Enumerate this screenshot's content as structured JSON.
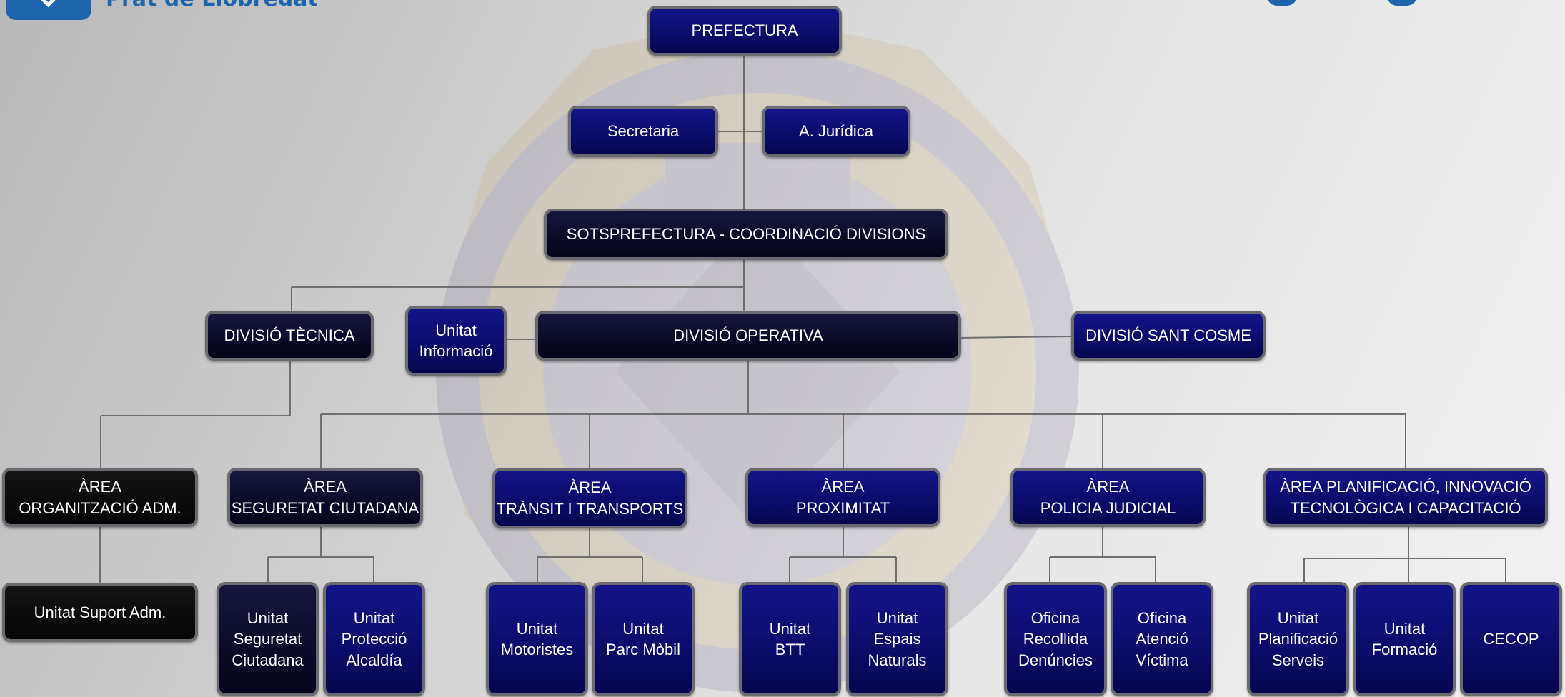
{
  "colors": {
    "navy": "#0b0b6a",
    "dark_navy": "#0a0a28",
    "black": "#050505",
    "border": "#6a6a70",
    "line": "#6f6f6f",
    "logo_blue": "#1d64ad"
  },
  "header": {
    "logo_text": "Prat de Llobregat"
  },
  "org_chart": {
    "prefectura": "PREFECTURA",
    "secretaria": "Secretaria",
    "juridica": "A. Jurídica",
    "sotsprefectura": "SOTSPREFECTURA - COORDINACIÓ DIVISIONS",
    "divisio_tecnica": "DIVISIÓ TÈCNICA",
    "unitat_informacio": "Unitat\nInformació",
    "divisio_operativa": "DIVISIÓ OPERATIVA",
    "divisio_sant_cosme": "DIVISIÓ SANT COSME",
    "area_organitzacio": "ÀREA\nORGANITZACIÓ ADM.",
    "area_seguretat": "ÀREA\nSEGURETAT CIUTADANA",
    "area_transit": "ÀREA\nTRÀNSIT I TRANSPORTS",
    "area_proximitat": "ÀREA\nPROXIMITAT",
    "area_policia": "ÀREA\nPOLICIA JUDICIAL",
    "area_planificacio": "ÀREA PLANIFICACIÓ, INNOVACIÓ\nTECNOLÒGICA I CAPACITACIÓ",
    "unitat_suport": "Unitat Suport Adm.",
    "unitat_seguretat": "Unitat\nSeguretat\nCiutadana",
    "unitat_proteccio": "Unitat\nProtecció\nAlcaldía",
    "unitat_motoristes": "Unitat\nMotoristes",
    "unitat_parc": "Unitat\nParc Mòbil",
    "unitat_btt": "Unitat\nBTT",
    "unitat_espais": "Unitat\nEspais\nNaturals",
    "oficina_recollida": "Oficina\nRecollida\nDenúncies",
    "oficina_atencio": "Oficina\nAtenció\nVíctima",
    "unitat_planificacio": "Unitat\nPlanificació\nServeis",
    "unitat_formacio": "Unitat\nFormació",
    "cecop": "CECOP"
  }
}
